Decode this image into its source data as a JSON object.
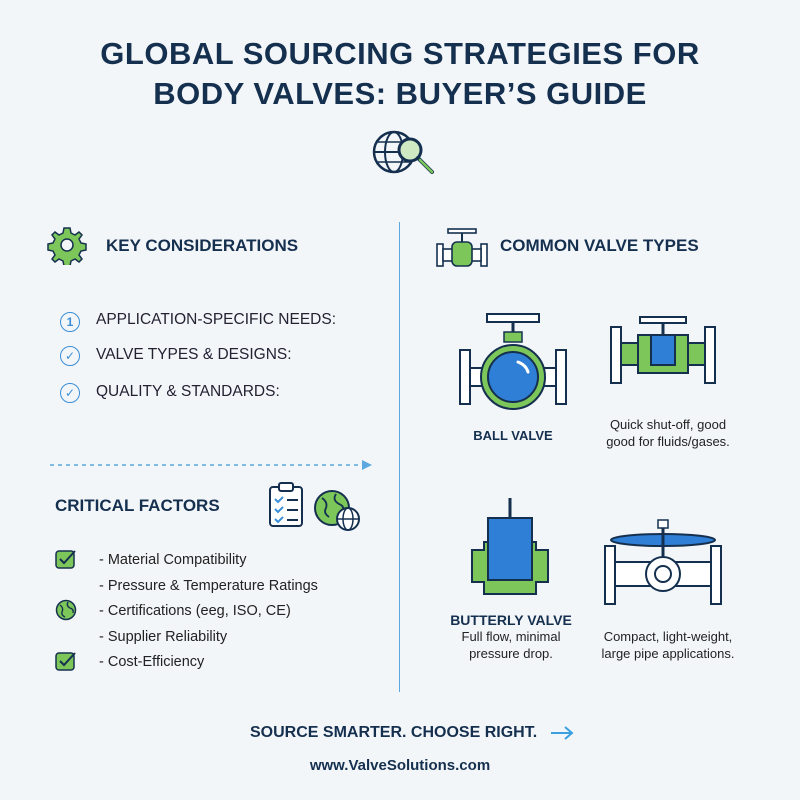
{
  "title": {
    "line1": "GLOBAL SOURCING STRATEGIES FOR",
    "line2": "BODY VALVES: BUYER’S GUIDE"
  },
  "key_considerations": {
    "heading": "KEY CONSIDERATIONS",
    "items": [
      {
        "marker": "1",
        "label": "APPLICATION-SPECIFIC NEEDS:"
      },
      {
        "marker": "✓",
        "label": "VALVE TYPES & DESIGNS:"
      },
      {
        "marker": "✓",
        "label": "QUALITY & STANDARDS:"
      }
    ]
  },
  "critical_factors": {
    "heading": "CRITICAL FACTORS",
    "items": [
      "- Material Compatibility",
      "- Pressure & Temperature Ratings",
      "- Certifications (eeg, ISO, CE)",
      "- Supplier Reliability",
      "- Cost-Efficiency"
    ]
  },
  "valve_types": {
    "heading": "COMMON VALVE TYPES",
    "ball": {
      "label": "BALL VALVE"
    },
    "gate": {
      "desc1": "Quick shut-off, good",
      "desc2": "good for fluids/gases."
    },
    "butterfly": {
      "label": "BUTTERLY VALVE",
      "desc1": "Full flow, minimal",
      "desc2": "pressure drop."
    },
    "globe": {
      "desc1": "Compact, light-weight,",
      "desc2": "large pipe applications."
    }
  },
  "footer": {
    "tagline": "SOURCE SMARTER. CHOOSE RIGHT.",
    "url": "www.ValveSolutions.com"
  },
  "colors": {
    "navy": "#15304f",
    "green": "#7cc65a",
    "blue": "#2f7fd6",
    "accent": "#3aa0e0"
  }
}
